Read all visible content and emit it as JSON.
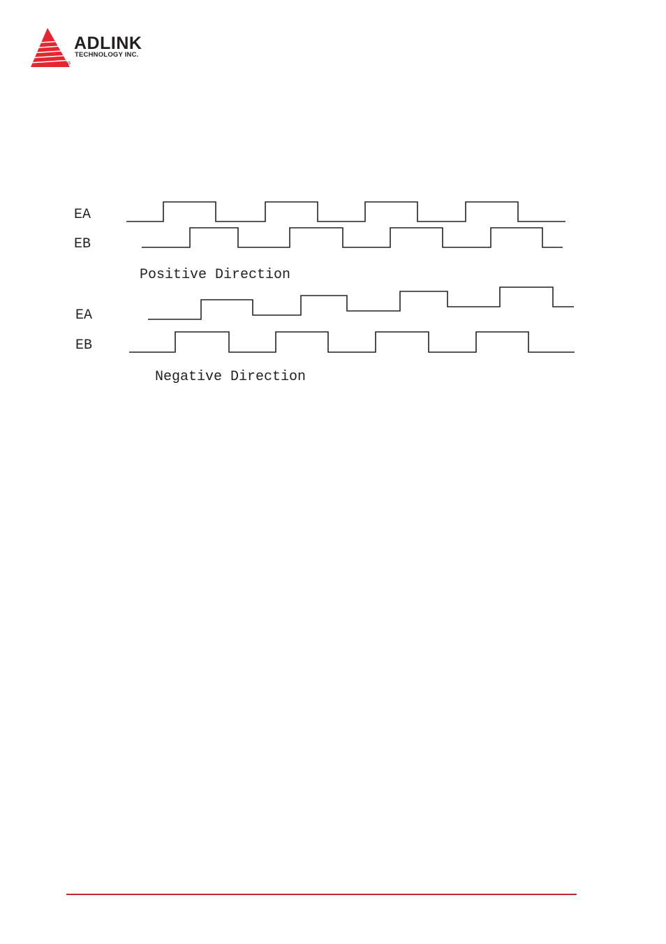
{
  "brand": {
    "name": "ADLINK",
    "subtitle": "TECHNOLOGY INC.",
    "registered": "®",
    "accent_color": "#e3262f",
    "logo_icon": "triangle-stripes-icon"
  },
  "diagram": {
    "sections": [
      {
        "caption": "Positive Direction",
        "signals": [
          {
            "label": "EA",
            "edges": [
              181,
              234,
              309,
              380,
              455,
              523,
              598,
              667,
              742,
              810
            ],
            "start_level": 0
          },
          {
            "label": "EB",
            "edges": [
              203,
              272,
              341,
              415,
              491,
              559,
              634,
              703,
              777,
              806
            ],
            "start_level": 0
          }
        ]
      },
      {
        "caption": "Negative Direction",
        "signals": [
          {
            "label": "EA",
            "edges": [
              212,
              288,
              362,
              431,
              497,
              573,
              641,
              716,
              792,
              822
            ],
            "start_level": 0
          },
          {
            "label": "EB",
            "edges": [
              185,
              251,
              328,
              395,
              470,
              538,
              614,
              682,
              757,
              823
            ],
            "start_level": 0
          }
        ]
      }
    ]
  },
  "footer": {
    "rule_color": "#c0282d"
  }
}
